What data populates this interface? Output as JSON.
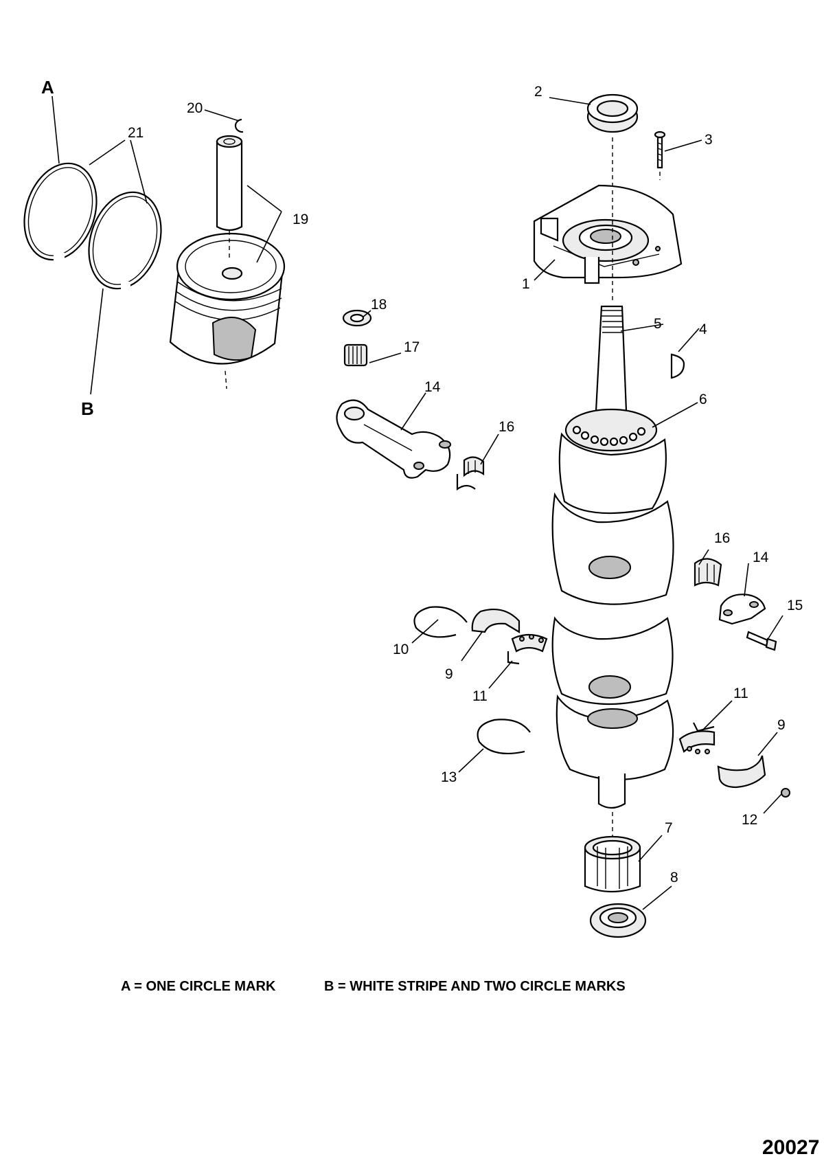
{
  "diagram": {
    "callouts": [
      {
        "id": "1",
        "text": "1"
      },
      {
        "id": "2",
        "text": "2"
      },
      {
        "id": "3",
        "text": "3"
      },
      {
        "id": "4",
        "text": "4"
      },
      {
        "id": "5",
        "text": "5"
      },
      {
        "id": "6",
        "text": "6"
      },
      {
        "id": "7",
        "text": "7"
      },
      {
        "id": "8",
        "text": "8"
      },
      {
        "id": "9a",
        "text": "9"
      },
      {
        "id": "9b",
        "text": "9"
      },
      {
        "id": "10",
        "text": "10"
      },
      {
        "id": "11a",
        "text": "11"
      },
      {
        "id": "11b",
        "text": "11"
      },
      {
        "id": "12",
        "text": "12"
      },
      {
        "id": "13",
        "text": "13"
      },
      {
        "id": "14a",
        "text": "14"
      },
      {
        "id": "14b",
        "text": "14"
      },
      {
        "id": "15",
        "text": "15"
      },
      {
        "id": "16a",
        "text": "16"
      },
      {
        "id": "16b",
        "text": "16"
      },
      {
        "id": "17",
        "text": "17"
      },
      {
        "id": "18",
        "text": "18"
      },
      {
        "id": "19",
        "text": "19"
      },
      {
        "id": "20",
        "text": "20"
      },
      {
        "id": "21",
        "text": "21"
      }
    ],
    "ring_labels": {
      "a": "A",
      "b": "B"
    },
    "legend": {
      "a": "A = ONE CIRCLE MARK",
      "b": "B = WHITE STRIPE AND TWO CIRCLE MARKS"
    },
    "figure_number": "20027"
  }
}
